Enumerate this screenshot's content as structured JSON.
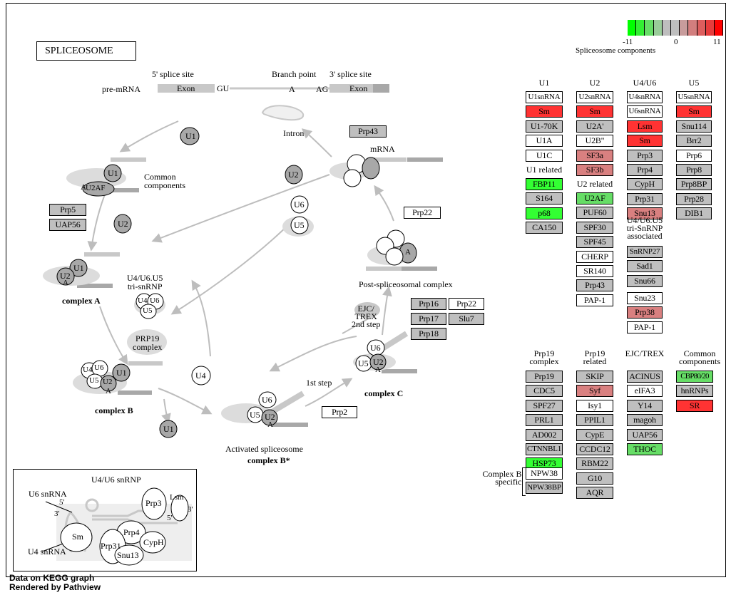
{
  "title": "SPLICEOSOME",
  "footer": {
    "line1": "Data on KEGG graph",
    "line2": "Rendered by Pathview"
  },
  "legend": {
    "min": "-11",
    "mid": "0",
    "max": "11",
    "caption": "Spliceosome components",
    "colors": [
      "#00ff00",
      "#33ee33",
      "#66dd66",
      "#99cc99",
      "#bebebe",
      "#bebebe",
      "#c89c9c",
      "#d27e7e",
      "#dc5e5e",
      "#e63c3c",
      "#ff0000"
    ]
  },
  "colors": {
    "up": "#ff3333",
    "up_light": "#d98080",
    "down": "#33ff33",
    "down_light": "#66dd66",
    "gray": "#bfbfbf",
    "white": "#ffffff"
  },
  "diagram": {
    "pre_mrna": "pre-mRNA",
    "five_ss": "5' splice site",
    "branch_point": "Branch point",
    "three_ss": "3' splice site",
    "exon1": "Exon",
    "gu": "GU",
    "a": "A",
    "ag": "AG",
    "exon2": "Exon",
    "intron": "Intron",
    "mrna": "mRNA",
    "common_components": "Common\ncomponents",
    "u4u6u5": "U4/U6.U5\ntri-snRNP",
    "prp19_complex": "PRP19\ncomplex",
    "complex_a": "complex A",
    "complex_b": "complex B",
    "complex_c": "complex C",
    "activated": "Activated spliceosome",
    "complex_b_star": "complex B*",
    "post_complex": "Post-spliceosomal complex",
    "first_step": "1st step",
    "ejc_trex_2nd": "EJC/\nTREX\n2nd step",
    "factors": {
      "prp5": "Prp5",
      "uap56": "UAP56",
      "prp43": "Prp43",
      "prp22": "Prp22",
      "prp2": "Prp2",
      "prp16": "Prp16",
      "prp22b": "Prp22",
      "prp17": "Prp17",
      "slu7": "Slu7",
      "prp18": "Prp18"
    },
    "particles": {
      "u1": "U1",
      "u2": "U2",
      "u4": "U4",
      "u5": "U5",
      "u6": "U6",
      "u2af": "U2AF"
    }
  },
  "inset": {
    "title": "U4/U6 snRNP",
    "u6": "U6 snRNA",
    "u4": "U4 snRNA",
    "five": "5'",
    "three": "3'",
    "three_b": "3'",
    "five_b": "5'",
    "sm": "Sm",
    "lsm": "Lsm",
    "prp3": "Prp3",
    "prp4": "Prp4",
    "prp31": "Prp31",
    "snu13": "Snu13",
    "cyph": "CypH"
  },
  "columns": {
    "u1": {
      "header": "U1",
      "items": [
        {
          "label": "U1snRNA",
          "state": "white"
        },
        {
          "label": "Sm",
          "state": "up"
        },
        {
          "label": "U1-70K",
          "state": "gray"
        },
        {
          "label": "U1A",
          "state": "white"
        },
        {
          "label": "U1C",
          "state": "white"
        }
      ]
    },
    "u1_related": {
      "header": "U1 related",
      "items": [
        {
          "label": "FBP11",
          "state": "down"
        },
        {
          "label": "S164",
          "state": "gray"
        },
        {
          "label": "p68",
          "state": "down"
        },
        {
          "label": "CA150",
          "state": "gray"
        }
      ]
    },
    "u2": {
      "header": "U2",
      "items": [
        {
          "label": "U2snRNA",
          "state": "white"
        },
        {
          "label": "Sm",
          "state": "up"
        },
        {
          "label": "U2A'",
          "state": "gray"
        },
        {
          "label": "U2B\"",
          "state": "white"
        },
        {
          "label": "SF3a",
          "state": "up_light"
        },
        {
          "label": "SF3b",
          "state": "up_light"
        }
      ]
    },
    "u2_related": {
      "header": "U2 related",
      "items": [
        {
          "label": "U2AF",
          "state": "down_light"
        },
        {
          "label": "PUF60",
          "state": "gray"
        },
        {
          "label": "SPF30",
          "state": "gray"
        },
        {
          "label": "SPF45",
          "state": "gray"
        },
        {
          "label": "CHERP",
          "state": "white"
        },
        {
          "label": "SR140",
          "state": "white"
        },
        {
          "label": "Prp43",
          "state": "gray"
        },
        {
          "label": "PAP-1",
          "state": "white"
        }
      ]
    },
    "u4u6": {
      "header": "U4/U6",
      "items": [
        {
          "label": "U4snRNA",
          "state": "white"
        },
        {
          "label": "U6snRNA",
          "state": "white"
        },
        {
          "label": "Lsm",
          "state": "up"
        },
        {
          "label": "Sm",
          "state": "up"
        },
        {
          "label": "Prp3",
          "state": "gray"
        },
        {
          "label": "Prp4",
          "state": "gray"
        },
        {
          "label": "CypH",
          "state": "gray"
        },
        {
          "label": "Prp31",
          "state": "gray"
        },
        {
          "label": "Snu13",
          "state": "up_light"
        }
      ]
    },
    "tri_assoc": {
      "header": "U4/U6.U5\ntri-SnRNP\nassociated",
      "items": [
        {
          "label": "SnRNP27",
          "state": "gray"
        },
        {
          "label": "Sad1",
          "state": "gray"
        },
        {
          "label": "Snu66",
          "state": "gray"
        }
      ]
    },
    "tri_assoc2": {
      "items": [
        {
          "label": "Snu23",
          "state": "white"
        },
        {
          "label": "Prp38",
          "state": "up_light"
        },
        {
          "label": "PAP-1",
          "state": "white"
        }
      ]
    },
    "u5": {
      "header": "U5",
      "items": [
        {
          "label": "U5snRNA",
          "state": "white"
        },
        {
          "label": "Sm",
          "state": "up"
        },
        {
          "label": "Snu114",
          "state": "gray"
        },
        {
          "label": "Brr2",
          "state": "gray"
        },
        {
          "label": "Prp6",
          "state": "white"
        },
        {
          "label": "Prp8",
          "state": "gray"
        },
        {
          "label": "Prp8BP",
          "state": "gray"
        },
        {
          "label": "Prp28",
          "state": "gray"
        },
        {
          "label": "DIB1",
          "state": "gray"
        }
      ]
    },
    "prp19c": {
      "header": "Prp19\ncomplex",
      "items": [
        {
          "label": "Prp19",
          "state": "gray"
        },
        {
          "label": "CDC5",
          "state": "gray"
        },
        {
          "label": "SPF27",
          "state": "gray"
        },
        {
          "label": "PRL1",
          "state": "gray"
        },
        {
          "label": "AD002",
          "state": "gray"
        },
        {
          "label": "CTNNBL1",
          "state": "gray"
        },
        {
          "label": "HSP73",
          "state": "down"
        }
      ]
    },
    "complexb_specific": {
      "header": "Complex B\nspecific",
      "items": [
        {
          "label": "NPW38",
          "state": "white"
        },
        {
          "label": "NPW38BP",
          "state": "gray"
        }
      ]
    },
    "prp19r": {
      "header": "Prp19\nrelated",
      "items": [
        {
          "label": "SKIP",
          "state": "gray"
        },
        {
          "label": "Syf",
          "state": "up_light"
        },
        {
          "label": "Isy1",
          "state": "white"
        },
        {
          "label": "PPIL1",
          "state": "gray"
        },
        {
          "label": "CypE",
          "state": "gray"
        },
        {
          "label": "CCDC12",
          "state": "gray"
        },
        {
          "label": "RBM22",
          "state": "gray"
        },
        {
          "label": "G10",
          "state": "gray"
        },
        {
          "label": "AQR",
          "state": "gray"
        }
      ]
    },
    "ejc": {
      "header": "EJC/TREX",
      "items": [
        {
          "label": "ACINUS",
          "state": "gray"
        },
        {
          "label": "eIFA3",
          "state": "white"
        },
        {
          "label": "Y14",
          "state": "gray"
        },
        {
          "label": "magoh",
          "state": "gray"
        },
        {
          "label": "UAP56",
          "state": "gray"
        },
        {
          "label": "THOC",
          "state": "down_light"
        }
      ]
    },
    "common": {
      "header": "Common\ncomponents",
      "items": [
        {
          "label": "CBP80/20",
          "state": "down_light"
        },
        {
          "label": "hnRNPs",
          "state": "gray"
        },
        {
          "label": "SR",
          "state": "up"
        }
      ]
    }
  }
}
